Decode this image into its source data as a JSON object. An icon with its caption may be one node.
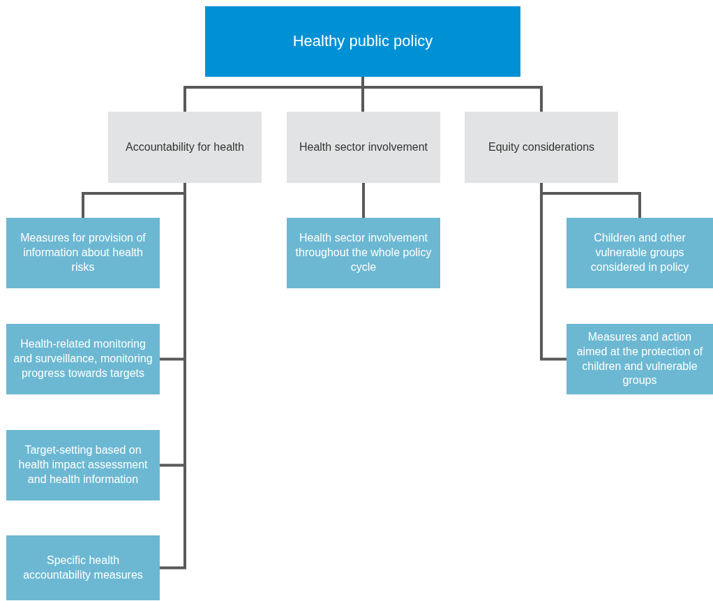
{
  "diagram": {
    "nodes": [
      {
        "text": [
          "Healthy public policy"
        ]
      },
      {
        "text": [
          "Accountability for health"
        ]
      },
      {
        "text": [
          "Health sector involvement"
        ]
      },
      {
        "text": [
          "Equity considerations"
        ]
      },
      {
        "text": [
          "Measures for provision of information about health risks"
        ]
      },
      {
        "text": [
          "Health-related monitoring and surveillance, monitoring progress towards targets"
        ]
      },
      {
        "text": [
          "Target-setting based on health impact assessment and health information"
        ]
      },
      {
        "text": [
          "Specific health accountability measures"
        ]
      },
      {
        "text": [
          "Health sector involvement throughout the whole policy cycle"
        ]
      },
      {
        "text": [
          "Children and other vulnerable groups considered in policy"
        ]
      },
      {
        "text": [
          "Measures and action aimed at the protection of children and vulnerable groups"
        ]
      }
    ],
    "edges": [
      {
        "from": 0,
        "to": 1,
        "arrow": "none"
      },
      {
        "from": 0,
        "to": 2,
        "arrow": "none"
      },
      {
        "from": 0,
        "to": 3,
        "arrow": "none"
      },
      {
        "from": 1,
        "to": 4,
        "arrow": "none"
      },
      {
        "from": 1,
        "to": 5,
        "arrow": "none"
      },
      {
        "from": 1,
        "to": 6,
        "arrow": "none"
      },
      {
        "from": 1,
        "to": 7,
        "arrow": "none"
      },
      {
        "from": 2,
        "to": 8,
        "arrow": "none"
      },
      {
        "from": 3,
        "to": 9,
        "arrow": "none"
      },
      {
        "from": 3,
        "to": 10,
        "arrow": "none"
      }
    ]
  }
}
